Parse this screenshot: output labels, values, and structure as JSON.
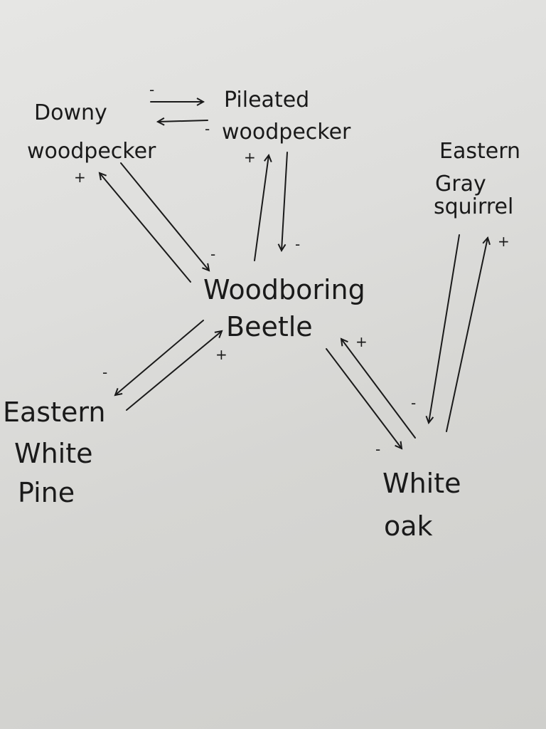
{
  "nodes": {
    "downy": [
      "Downy",
      "woodpecker"
    ],
    "pileated": [
      "Pileated",
      "woodpecker"
    ],
    "squirrel": [
      "Eastern",
      "Gray",
      "squirrel"
    ],
    "beetle": [
      "Woodboring",
      "Beetle"
    ],
    "pine": [
      "Eastern",
      "White",
      "Pine"
    ],
    "oak": [
      "White",
      "oak"
    ]
  },
  "edges": [
    {
      "from": "Downy woodpecker",
      "to": "Pileated woodpecker",
      "sign": "-"
    },
    {
      "from": "Pileated woodpecker",
      "to": "Downy woodpecker",
      "sign": "-"
    },
    {
      "from": "Woodboring Beetle",
      "to": "Downy woodpecker",
      "sign": "+"
    },
    {
      "from": "Downy woodpecker",
      "to": "Woodboring Beetle",
      "sign": "-"
    },
    {
      "from": "Woodboring Beetle",
      "to": "Pileated woodpecker",
      "sign": "+"
    },
    {
      "from": "Pileated woodpecker",
      "to": "Woodboring Beetle",
      "sign": "-"
    },
    {
      "from": "Woodboring Beetle",
      "to": "Eastern White Pine",
      "sign": "-"
    },
    {
      "from": "Eastern White Pine",
      "to": "Woodboring Beetle",
      "sign": "+"
    },
    {
      "from": "Woodboring Beetle",
      "to": "White oak",
      "sign": "-"
    },
    {
      "from": "White oak",
      "to": "Woodboring Beetle",
      "sign": "+"
    },
    {
      "from": "Eastern Gray squirrel",
      "to": "White oak",
      "sign": "-"
    },
    {
      "from": "White oak",
      "to": "Eastern Gray squirrel",
      "sign": "+"
    }
  ]
}
